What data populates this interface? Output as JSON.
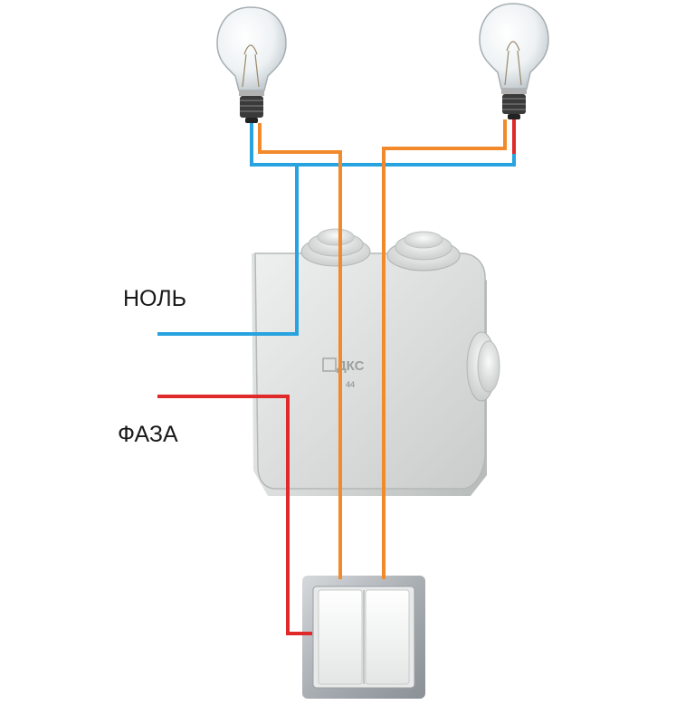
{
  "labels": {
    "neutral": "НОЛЬ",
    "phase": "ФАЗА"
  },
  "box": {
    "brand": "ДКС",
    "model": "44"
  },
  "wire_colors": {
    "neutral": "#29a3e0",
    "phase": "#e02a2a",
    "switched": "#f28a2c"
  },
  "icons": [
    "light-bulb-icon",
    "light-bulb-icon",
    "junction-box-icon",
    "double-switch-icon"
  ]
}
